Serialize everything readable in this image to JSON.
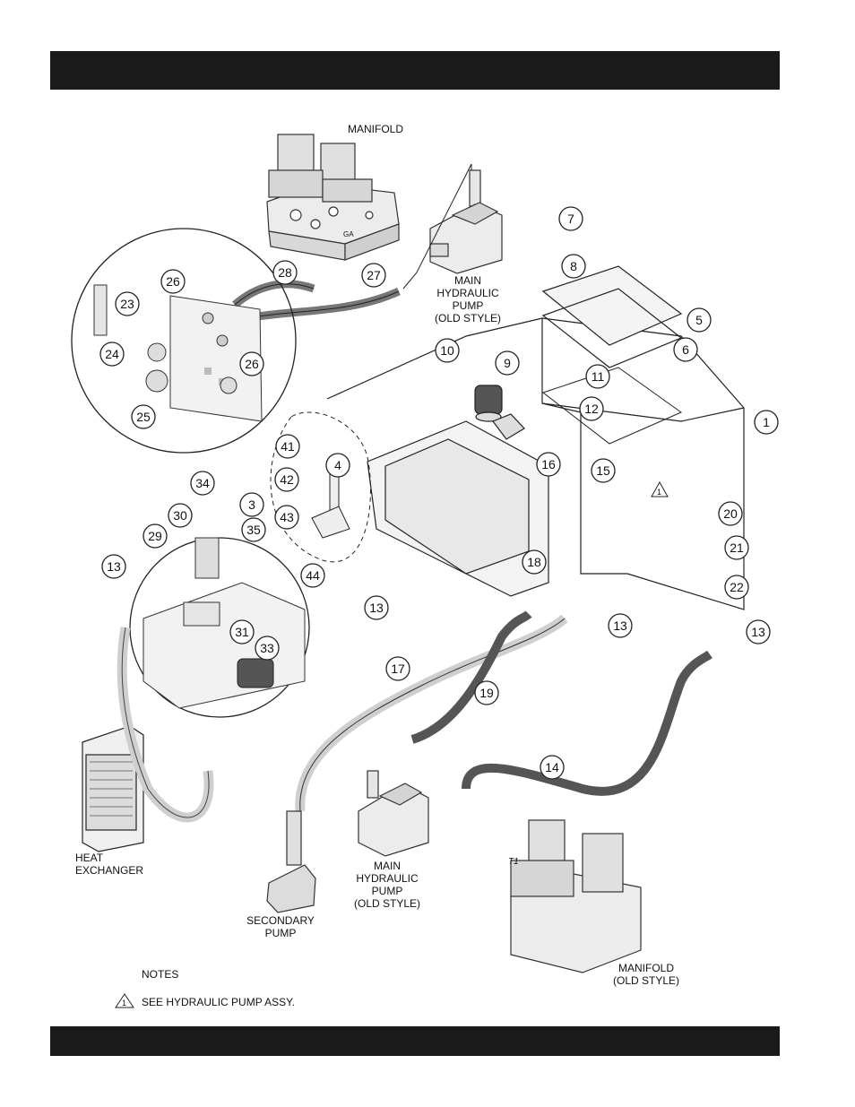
{
  "header_bar": "",
  "footer_bar": "",
  "labels": {
    "manifold_top": "MANIFOLD",
    "main_pump_top": [
      "MAIN",
      "HYDRAULIC",
      "PUMP",
      "(OLD STYLE)"
    ],
    "main_pump_bottom": [
      "MAIN",
      "HYDRAULIC",
      "PUMP",
      "(OLD STYLE)"
    ],
    "manifold_bottom": [
      "MANIFOLD",
      "(OLD STYLE)"
    ],
    "heat_exchanger": [
      "HEAT",
      "EXCHANGER"
    ],
    "secondary_pump": [
      "SECONDARY",
      "PUMP"
    ],
    "port_t1": "T1",
    "port_ga": "GA"
  },
  "notes": {
    "heading": "NOTES",
    "note_1_number": "1",
    "note_1_text": "SEE HYDRAULIC PUMP ASSY."
  },
  "callouts": [
    "1",
    "3",
    "4",
    "5",
    "6",
    "7",
    "8",
    "9",
    "10",
    "11",
    "12",
    "13",
    "13",
    "13",
    "13",
    "14",
    "15",
    "16",
    "17",
    "18",
    "19",
    "20",
    "21",
    "22",
    "23",
    "24",
    "25",
    "26",
    "26",
    "27",
    "28",
    "29",
    "30",
    "31",
    "33",
    "34",
    "35",
    "41",
    "42",
    "43",
    "44"
  ],
  "tank_note_marker": "1"
}
